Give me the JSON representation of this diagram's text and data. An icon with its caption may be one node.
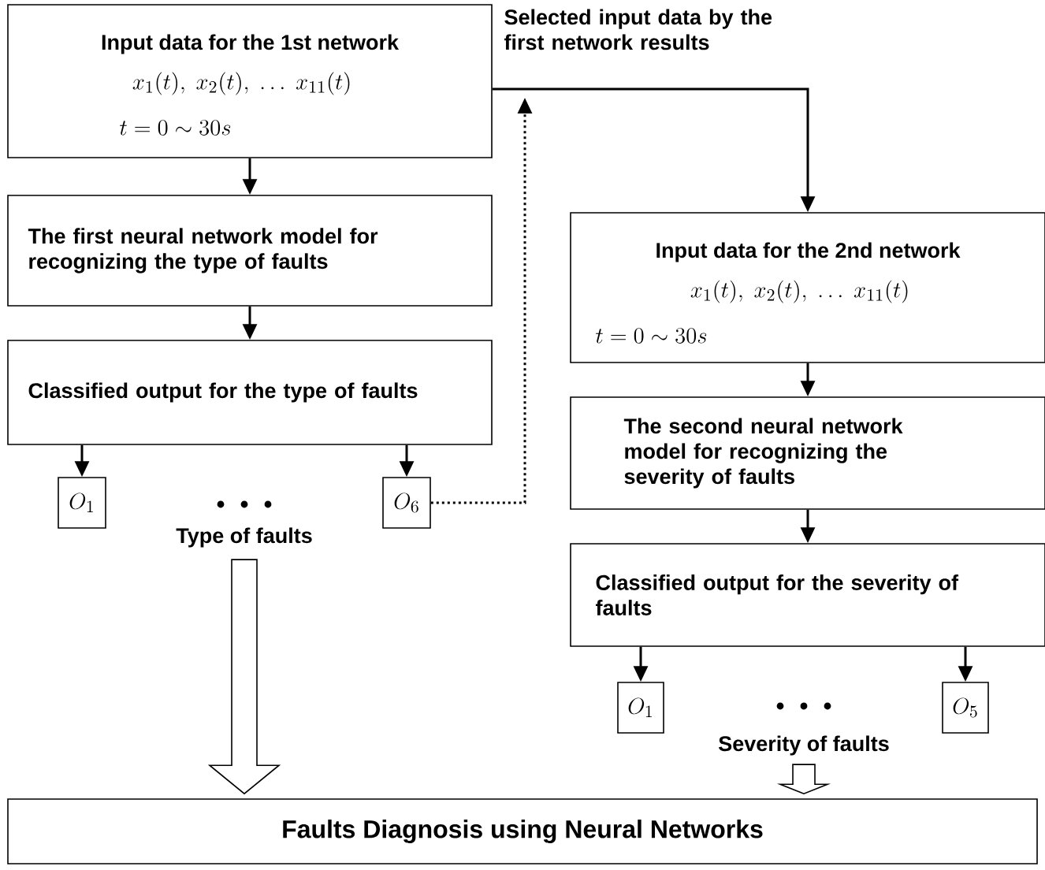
{
  "diagram": {
    "nodes": [
      {
        "text": [
          "Input data  for the 1st network",
          "x_1(t),\\; x_2(t),\\; \\ldots\\; x_{11}(t)",
          "t = 0 \\sim 30s"
        ]
      },
      {
        "text": [
          "The first neural network model for recognizing the type of faults"
        ]
      },
      {
        "text": [
          "Classified output for the type of faults"
        ]
      },
      {
        "text": [
          "O_1"
        ]
      },
      {
        "text": [
          "O_6"
        ]
      },
      {
        "text": [
          "Type of faults"
        ]
      },
      {
        "text": [
          "Input data  for the 2nd network",
          "x_1(t),\\; x_2(t),\\; \\ldots\\; x_{11}(t)",
          "t = 0 \\sim 30s"
        ]
      },
      {
        "text": [
          "The second neural network model for recognizing the severity of faults"
        ]
      },
      {
        "text": [
          "Classified output for the severity of faults"
        ]
      },
      {
        "text": [
          "O_1"
        ]
      },
      {
        "text": [
          "O_5"
        ]
      },
      {
        "text": [
          "Severity of faults"
        ]
      },
      {
        "text": [
          "Faults Diagnosis using Neural Networks"
        ]
      }
    ],
    "edges": [
      {
        "from": 0,
        "to": 1,
        "arrow": "to"
      },
      {
        "from": 1,
        "to": 2,
        "arrow": "to"
      },
      {
        "from": 2,
        "to": 3,
        "arrow": "to"
      },
      {
        "from": 2,
        "to": 4,
        "arrow": "to"
      },
      {
        "from": 4,
        "to": null,
        "arrow": "to",
        "style": "dashed"
      },
      {
        "from": 0,
        "to": 6,
        "arrow": "to",
        "label": "Selected input data by the first network results"
      },
      {
        "from": 6,
        "to": 7,
        "arrow": "to"
      },
      {
        "from": 7,
        "to": 8,
        "arrow": "to"
      },
      {
        "from": 8,
        "to": 9,
        "arrow": "to"
      },
      {
        "from": 8,
        "to": 10,
        "arrow": "to"
      },
      {
        "from": 5,
        "to": 12,
        "arrow": "to",
        "style": "thick"
      },
      {
        "from": 11,
        "to": 12,
        "arrow": "to",
        "style": "thick"
      }
    ]
  }
}
